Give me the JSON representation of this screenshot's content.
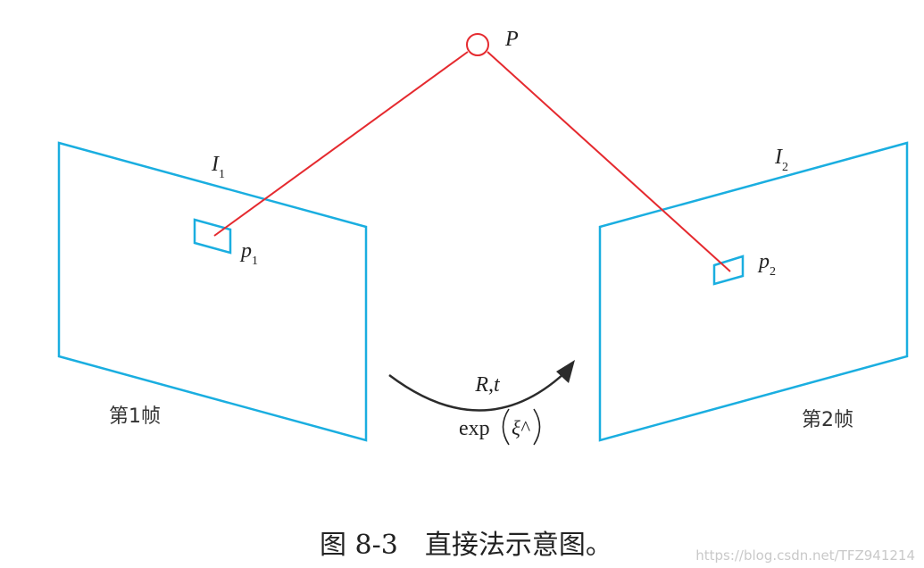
{
  "point": {
    "label": "P"
  },
  "frame1": {
    "image_label": "I",
    "image_subscript": "1",
    "pixel_label": "p",
    "pixel_subscript": "1",
    "caption": "第1帧"
  },
  "frame2": {
    "image_label": "I",
    "image_subscript": "2",
    "pixel_label": "p",
    "pixel_subscript": "2",
    "caption": "第2帧"
  },
  "transform": {
    "label": "R,t",
    "exp_prefix": "exp",
    "exp_arg": "ξ^"
  },
  "figure_caption": "图 8-3　直接法示意图。",
  "watermark": "https://blog.csdn.net/TFZ941214",
  "colors": {
    "frame": "#1aaee0",
    "ray": "#e52a2f",
    "arrow": "#2b2b2b"
  }
}
